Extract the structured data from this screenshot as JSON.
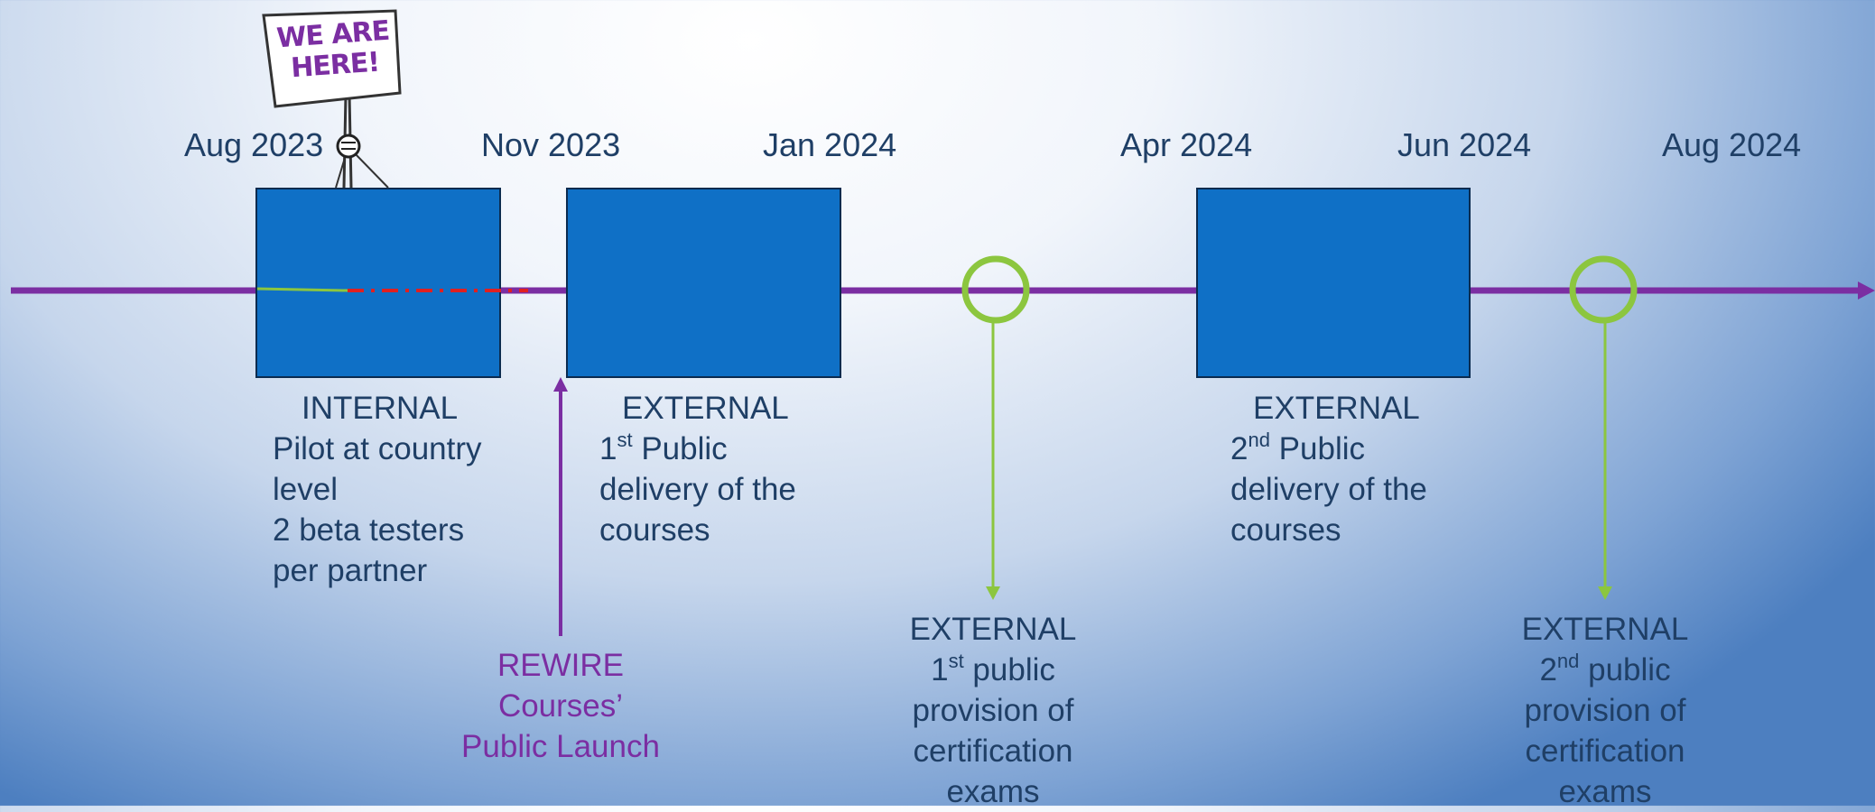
{
  "sign": {
    "line1": "WE ARE",
    "line2": "HERE!"
  },
  "dates": [
    "Aug 2023",
    "Nov 2023",
    "Jan 2024",
    "Apr 2024",
    "Jun 2024",
    "Aug 2024"
  ],
  "phases": [
    {
      "heading": "INTERNAL",
      "lines": [
        "Pilot at country",
        "level",
        "2 beta testers",
        "per partner"
      ]
    },
    {
      "heading": "EXTERNAL",
      "ord_num": "1",
      "ord_sup": "st",
      "first_rest": " Public",
      "lines": [
        "delivery of the",
        "courses"
      ]
    },
    {
      "heading": "EXTERNAL",
      "ord_num": "2",
      "ord_sup": "nd",
      "first_rest": " Public",
      "lines": [
        "delivery of the",
        "courses"
      ]
    }
  ],
  "milestones": [
    {
      "heading": "EXTERNAL",
      "ord_num": "1",
      "ord_sup": "st",
      "first_rest": " public",
      "lines": [
        "provision of",
        "certification",
        "exams"
      ]
    },
    {
      "heading": "EXTERNAL",
      "ord_num": "2",
      "ord_sup": "nd",
      "first_rest": " public",
      "lines": [
        "provision of",
        "certification",
        "exams"
      ]
    }
  ],
  "launch": {
    "lines": [
      "REWIRE",
      "Courses’",
      "Public Launch"
    ]
  },
  "colors": {
    "timeline": "#7b2ea2",
    "phase_fill": "#0f70c6",
    "milestone": "#8cc63f",
    "progress_done": "#8cc63f",
    "progress_remaining": "#e02020",
    "sign_text": "#7b2ea2"
  }
}
